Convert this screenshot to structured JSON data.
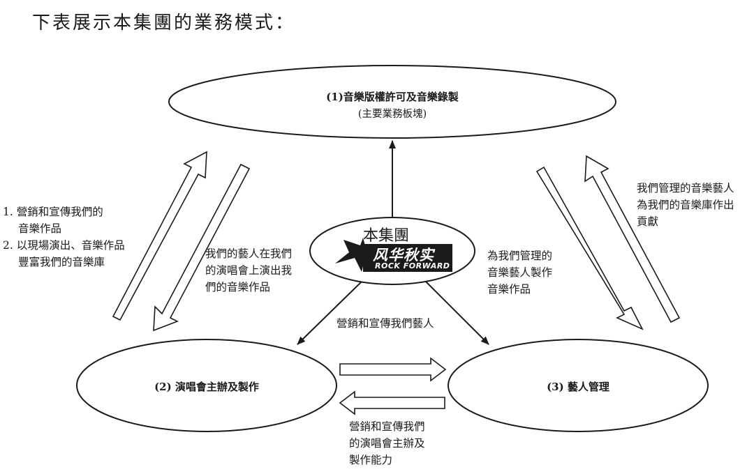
{
  "heading": "下表展示本集團的業務模式：",
  "nodes": {
    "music_licensing": {
      "title": "(1)音樂版權許可及音樂錄製",
      "subtitle": "(主要業務板塊)"
    },
    "concerts": {
      "title": "(2) 演唱會主辦及製作"
    },
    "artist_mgmt": {
      "title": "(3) 藝人管理"
    },
    "group": {
      "label": "本集團",
      "logo_cn": "风华秋实",
      "logo_en": "ROCK FORWARD"
    }
  },
  "labels": {
    "left_outer_1": "1. 營銷和宣傳我們的",
    "left_outer_1b": "音樂作品",
    "left_outer_2": "2. 以現場演出、音樂作品",
    "left_outer_2b": "豐富我們的音樂庫",
    "left_inner": "我們的藝人在我們\n的演唱會上演出我\n們的音樂作品",
    "right_inner": "為我們管理的\n音樂藝人製作\n音樂作品",
    "right_outer": "我們管理的音樂藝人\n為我們的音樂庫作出\n貢獻",
    "center_bottom": "營銷和宣傳我們藝人",
    "bottom": "營銷和宣傳我們\n的演唱會主辦及\n製作能力"
  }
}
